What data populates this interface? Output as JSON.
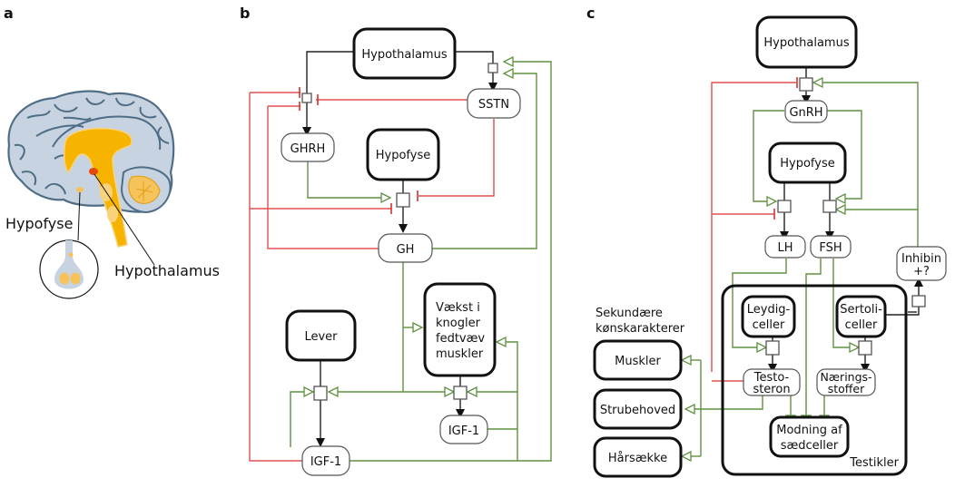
{
  "panels": {
    "a": {
      "label": "a",
      "labels": {
        "pituitary": "Hypofyse",
        "hypothalamus": "Hypothalamus"
      }
    },
    "b": {
      "label": "b",
      "nodes": {
        "hypothalamus": "Hypothalamus",
        "sstn": "SSTN",
        "ghrh": "GHRH",
        "hypofyse": "Hypofyse",
        "gh": "GH",
        "lever": "Lever",
        "growth_line1": "Vækst i",
        "growth_line2": "knogler",
        "growth_line3": "fedtvæv",
        "growth_line4": "muskler",
        "igf1_local": "IGF-1",
        "igf1_liver": "IGF-1"
      }
    },
    "c": {
      "label": "c",
      "nodes": {
        "hypothalamus": "Hypothalamus",
        "gnrh": "GnRH",
        "hypofyse": "Hypofyse",
        "lh": "LH",
        "fsh": "FSH",
        "inhibin_line1": "Inhibin",
        "inhibin_line2": "+?",
        "leydig_line1": "Leydig-",
        "leydig_line2": "celler",
        "sertoli_line1": "Sertoli-",
        "sertoli_line2": "celler",
        "testo_line1": "Testo-",
        "testo_line2": "steron",
        "naering_line1": "Nærings-",
        "naering_line2": "stoffer",
        "modning_line1": "Modning af",
        "modning_line2": "sædceller",
        "testikler": "Testikler",
        "secondary_line1": "Sekundære",
        "secondary_line2": "kønskarakterer",
        "muskler": "Muskler",
        "strubehoved": "Strubehoved",
        "haarsaekke": "Hårsække"
      }
    }
  },
  "legend_colors": {
    "stimulation": "#5e9140",
    "inhibition": "#e05050",
    "production": "#222222"
  }
}
